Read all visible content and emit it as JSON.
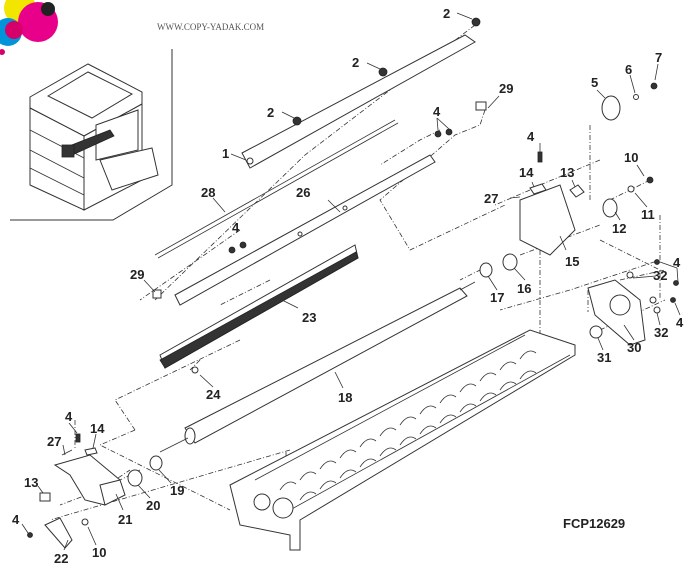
{
  "watermark": "WWW.COPY-YADAK.COM",
  "figure_code": "FCP12629",
  "logo_colors": [
    "#f2e600",
    "#e8008a",
    "#0095d9",
    "#222222",
    "#d6006b"
  ],
  "callouts": [
    {
      "id": "c2a",
      "text": "2"
    },
    {
      "id": "c2b",
      "text": "2"
    },
    {
      "id": "c2c",
      "text": "2"
    },
    {
      "id": "c1",
      "text": "1"
    },
    {
      "id": "c28",
      "text": "28"
    },
    {
      "id": "c26",
      "text": "26"
    },
    {
      "id": "c4a",
      "text": "4"
    },
    {
      "id": "c4b",
      "text": "4"
    },
    {
      "id": "c29a",
      "text": "29"
    },
    {
      "id": "c29b",
      "text": "29"
    },
    {
      "id": "c23",
      "text": "23"
    },
    {
      "id": "c24",
      "text": "24"
    },
    {
      "id": "c18",
      "text": "18"
    },
    {
      "id": "c5",
      "text": "5"
    },
    {
      "id": "c6",
      "text": "6"
    },
    {
      "id": "c7",
      "text": "7"
    },
    {
      "id": "c4c",
      "text": "4"
    },
    {
      "id": "c14a",
      "text": "14"
    },
    {
      "id": "c13a",
      "text": "13"
    },
    {
      "id": "c27a",
      "text": "27"
    },
    {
      "id": "c15",
      "text": "15"
    },
    {
      "id": "c10a",
      "text": "10"
    },
    {
      "id": "c11",
      "text": "11"
    },
    {
      "id": "c12",
      "text": "12"
    },
    {
      "id": "c16",
      "text": "16"
    },
    {
      "id": "c17",
      "text": "17"
    },
    {
      "id": "c4d",
      "text": "4"
    },
    {
      "id": "c32a",
      "text": "32"
    },
    {
      "id": "c4e",
      "text": "4"
    },
    {
      "id": "c32b",
      "text": "32"
    },
    {
      "id": "c30",
      "text": "30"
    },
    {
      "id": "c31",
      "text": "31"
    },
    {
      "id": "c4f",
      "text": "4"
    },
    {
      "id": "c14b",
      "text": "14"
    },
    {
      "id": "c27b",
      "text": "27"
    },
    {
      "id": "c13b",
      "text": "13"
    },
    {
      "id": "c4g",
      "text": "4"
    },
    {
      "id": "c22",
      "text": "22"
    },
    {
      "id": "c10b",
      "text": "10"
    },
    {
      "id": "c21",
      "text": "21"
    },
    {
      "id": "c20",
      "text": "20"
    },
    {
      "id": "c19",
      "text": "19"
    }
  ]
}
